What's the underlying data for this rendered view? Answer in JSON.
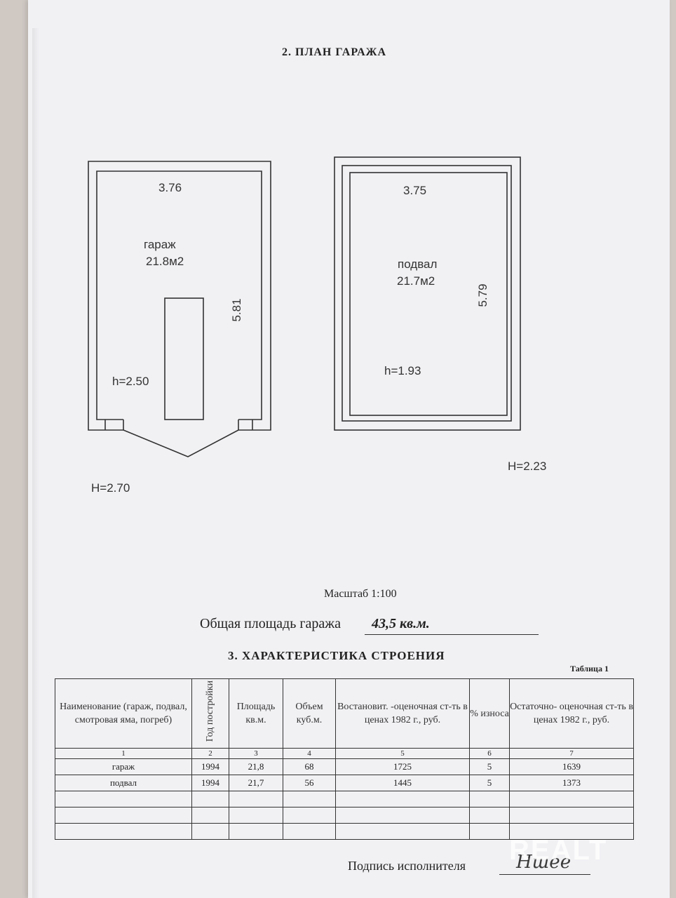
{
  "plan_title": "2. ПЛАН ГАРАЖА",
  "garage_plan": {
    "width_dim": "3.76",
    "length_dim": "5.81",
    "room_name": "гараж",
    "room_area": "21.8м2",
    "inner_height": "h=2.50",
    "outer_height": "H=2.70"
  },
  "cellar_plan": {
    "width_dim": "3.75",
    "length_dim": "5.79",
    "room_name": "подвал",
    "room_area": "21.7м2",
    "inner_height": "h=1.93",
    "outer_height": "H=2.23"
  },
  "scale": "Масштаб 1:100",
  "total_area_label": "Общая площадь гаража",
  "total_area_value": "43,5 кв.м.",
  "section3_title": "3. ХАРАКТЕРИСТИКА СТРОЕНИЯ",
  "table_caption": "Таблица 1",
  "table": {
    "headers": [
      "Наименование (гараж, подвал, смотровая яма, погреб)",
      "Год постройки",
      "Площадь кв.м.",
      "Объем куб.м.",
      "Востановит. -оценочная ст-ть в ценах 1982 г., руб.",
      "% износа",
      "Остаточно- оценочная ст-ть в ценах 1982 г., руб."
    ],
    "numbers": [
      "1",
      "2",
      "3",
      "4",
      "5",
      "6",
      "7"
    ],
    "rows": [
      [
        "гараж",
        "1994",
        "21,8",
        "68",
        "1725",
        "5",
        "1639"
      ],
      [
        "подвал",
        "1994",
        "21,7",
        "56",
        "1445",
        "5",
        "1373"
      ]
    ]
  },
  "signature_label": "Подпись исполнителя",
  "watermark": "REALT"
}
